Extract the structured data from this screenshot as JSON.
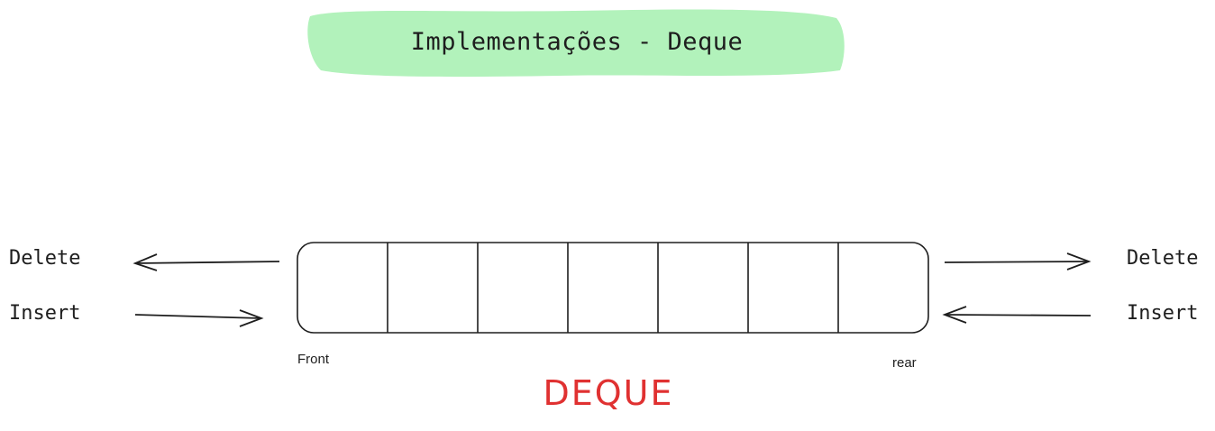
{
  "title": "Implementações - Deque",
  "colors": {
    "banner": "#b2f2bb",
    "stroke": "#1e1e1e",
    "accent": "#e03131"
  },
  "left": {
    "delete_label": "Delete",
    "insert_label": "Insert"
  },
  "right": {
    "delete_label": "Delete",
    "insert_label": "Insert"
  },
  "deque": {
    "cell_count": 7,
    "front_label": "Front",
    "rear_label": "rear",
    "name": "DEQUE"
  }
}
